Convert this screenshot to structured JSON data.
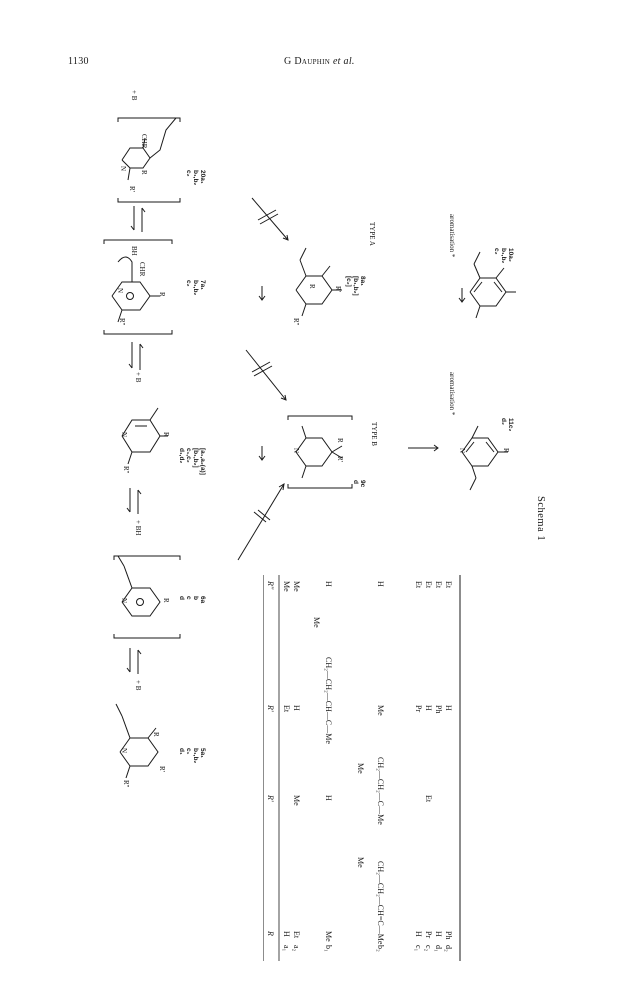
{
  "header": {
    "page_number": "1130",
    "author_prefix": "G",
    "author_name": "Dauphin",
    "author_suffix": "et al."
  },
  "caption": "Schema 1",
  "labels": {
    "plus_b": "+ B",
    "plus_bh": "+ BH",
    "bh_plus": "BH",
    "type_a": "TYPE A",
    "type_b": "TYPE B",
    "aromatisation": "aromatisation *",
    "compounds": {
      "c5": [
        "5a₁",
        "b₁,b₂",
        "c₁",
        "d₁"
      ],
      "c6": [
        "6a",
        "b",
        "c",
        "d"
      ],
      "c1": [
        "[a₁,a₂(a)]",
        "[b₁,b₂]",
        "c₁,c₂",
        "d₁,d₂"
      ],
      "c7": [
        "7a₁",
        "b₁,b₂",
        "c₂"
      ],
      "c20": [
        "20a₁",
        "b₁,b₂",
        "c₂"
      ],
      "c8": [
        "8a₁",
        "[b₁,b₂]",
        "[c₂]"
      ],
      "c9": [
        "9c",
        "d"
      ],
      "c10": [
        "10a₂",
        "b₁,b₂",
        "c₂"
      ],
      "c11": [
        "11c₂",
        "d₂"
      ]
    },
    "atoms": {
      "n": "N",
      "r": "R",
      "r1": "R'",
      "r2": "R''",
      "chr": "CHR",
      "minus": "⊖",
      "plus": "⊕"
    }
  },
  "table": {
    "headers": [
      "R",
      "R'",
      "R'",
      "R''"
    ],
    "rows": [
      {
        "id": "a₁",
        "r": "H",
        "r1": "",
        "r2": "Et",
        "r3": "Me"
      },
      {
        "id": "a₂",
        "r": "Et",
        "r1": "Me",
        "r2": "H",
        "r3": "Me"
      },
      {
        "id": "b₁",
        "r": "Me",
        "r1": "H",
        "r2": "CH₂—CH₂—CH—C—Me",
        "r3": "H"
      },
      {
        "id": "b₂",
        "r": "CH₂—CH₂—CH=C—Me",
        "r1": "CH₂—CH₂—C—Me",
        "r2": "Me",
        "r3": "H"
      },
      {
        "id": "c₁",
        "r": "H",
        "r1": "",
        "r2": "Pr",
        "r3": "Et"
      },
      {
        "id": "c₂",
        "r": "Pr",
        "r1": "Et",
        "r2": "H",
        "r3": "Et"
      },
      {
        "id": "d₁",
        "r": "H",
        "r1": "",
        "r2": "Ph",
        "r3": "Et"
      },
      {
        "id": "d₂",
        "r": "Ph",
        "r1": "",
        "r2": "H",
        "r3": "Et"
      }
    ],
    "substituent_me": "Me"
  }
}
